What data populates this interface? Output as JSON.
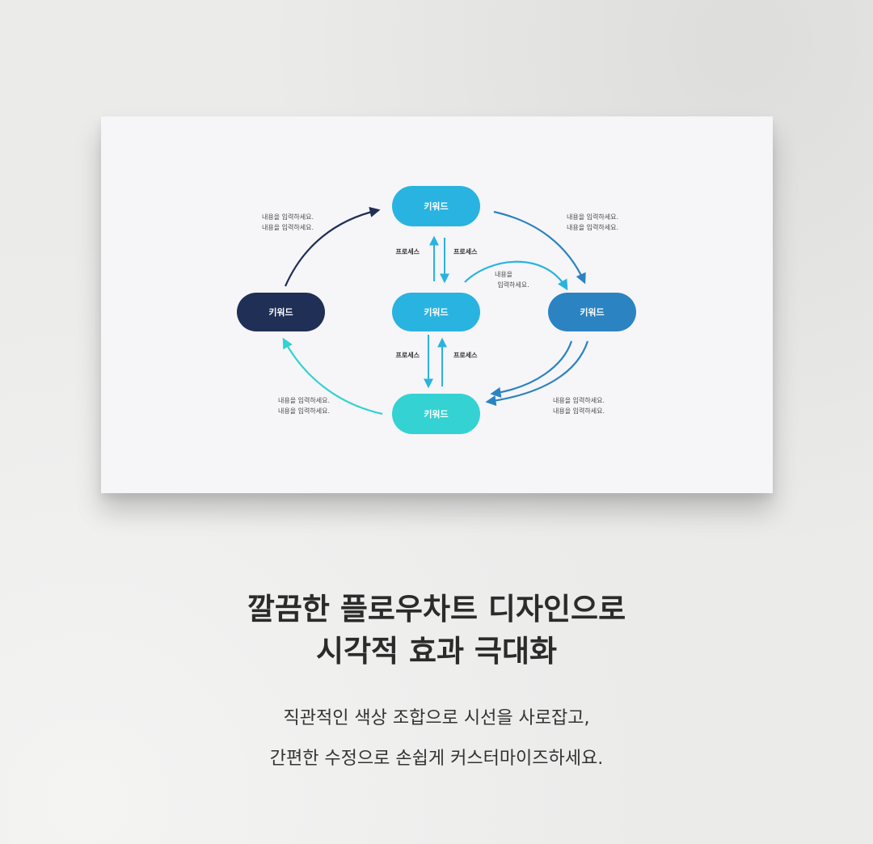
{
  "diagram": {
    "nodes": {
      "top": {
        "label": "키워드",
        "color": "#29b3e0"
      },
      "left": {
        "label": "키워드",
        "color": "#1f2f55"
      },
      "center": {
        "label": "키워드",
        "color": "#29b3e0"
      },
      "right": {
        "label": "키워드",
        "color": "#2b83c2"
      },
      "bottom": {
        "label": "키워드",
        "color": "#34d2d2"
      }
    },
    "notes": {
      "top_left": [
        "내용을 입력하세요.",
        "내용을 입력하세요."
      ],
      "top_right": [
        "내용을 입력하세요.",
        "내용을 입력하세요."
      ],
      "center_right": [
        "내용을",
        "입력하세요."
      ],
      "bottom_left": [
        "내용을 입력하세요.",
        "내용을 입력하세요."
      ],
      "bottom_right": [
        "내용을 입력하세요.",
        "내용을 입력하세요."
      ]
    },
    "process_labels": {
      "upper_left": "프로세스",
      "upper_right": "프로세스",
      "lower_left": "프로세스",
      "lower_right": "프로세스"
    },
    "colors": {
      "navy": "#1f2f55",
      "sky": "#29b3e0",
      "blue": "#2b83c2",
      "teal": "#34d2d2"
    }
  },
  "headline": {
    "line1": "깔끔한 플로우차트 디자인으로",
    "line2": "시각적 효과 극대화"
  },
  "subtext": {
    "line1": "직관적인 색상 조합으로 시선을 사로잡고,",
    "line2": "간편한 수정으로 손쉽게 커스터마이즈하세요."
  }
}
